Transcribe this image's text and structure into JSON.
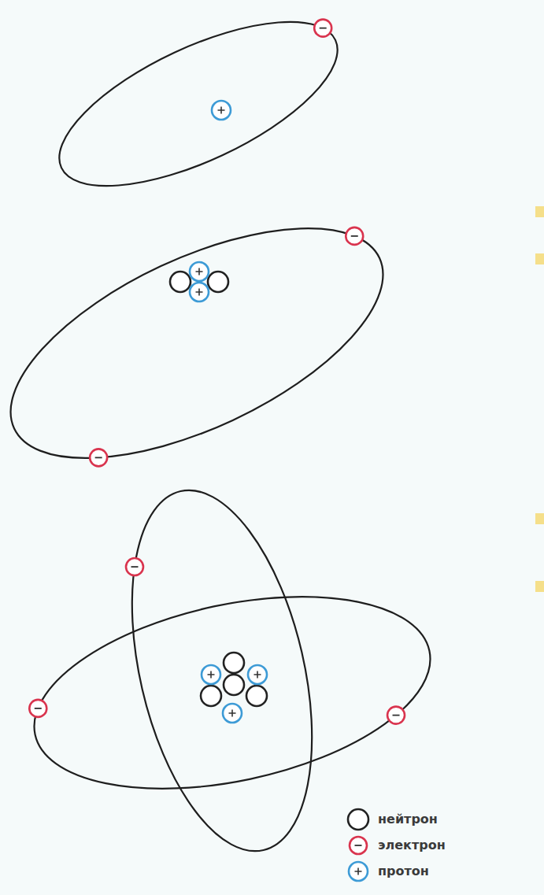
{
  "diagram": {
    "legend": [
      {
        "text": "нейтрон"
      },
      {
        "text": "электрон"
      },
      {
        "text": "протон"
      }
    ]
  }
}
